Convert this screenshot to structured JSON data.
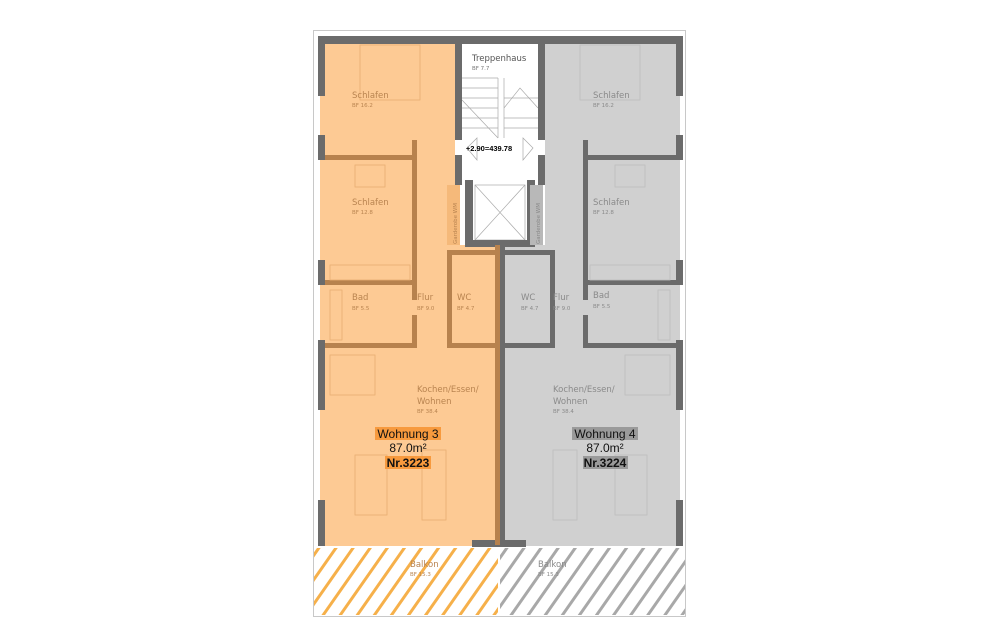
{
  "core": {
    "name": "Treppenhaus",
    "bf": "BF 7.7",
    "elevation": "+2.90=439.78"
  },
  "units": [
    {
      "name": "Wohnung 3",
      "area": "87.0m²",
      "nr": "Nr.3223",
      "color": "#f79a3e",
      "rooms": {
        "schlafen1": {
          "name": "Schlafen",
          "bf": "BF 16.2"
        },
        "schlafen2": {
          "name": "Schlafen",
          "bf": "BF 12.8"
        },
        "bad": {
          "name": "Bad",
          "bf": "BF 5.5"
        },
        "flur": {
          "name": "Flur",
          "bf": "BF 9.0"
        },
        "wc": {
          "name": "WC",
          "bf": "BF 4.7"
        },
        "garderobe": "Garderobe WM",
        "kochen1": "Kochen/Essen/",
        "kochen2": "Wohnen",
        "kochen_bf": "BF 38.4",
        "balkon": {
          "name": "Balkon",
          "bf": "BF 15.3"
        }
      }
    },
    {
      "name": "Wohnung 4",
      "area": "87.0m²",
      "nr": "Nr.3224",
      "color": "#9a9a9a",
      "rooms": {
        "schlafen1": {
          "name": "Schlafen",
          "bf": "BF 16.2"
        },
        "schlafen2": {
          "name": "Schlafen",
          "bf": "BF 12.8"
        },
        "bad": {
          "name": "Bad",
          "bf": "BF 5.5"
        },
        "flur": {
          "name": "Flur",
          "bf": "BF 9.0"
        },
        "wc": {
          "name": "WC",
          "bf": "BF 4.7"
        },
        "garderobe": "Garderobe WM",
        "kochen1": "Kochen/Essen/",
        "kochen2": "Wohnen",
        "kochen_bf": "BF 38.4",
        "balkon": {
          "name": "Balkon",
          "bf": "BF 15.3"
        }
      }
    }
  ]
}
